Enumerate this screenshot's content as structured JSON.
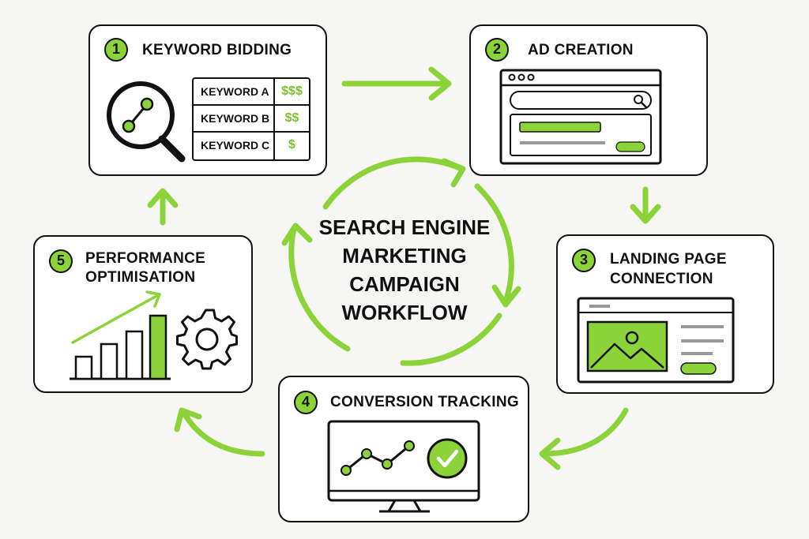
{
  "diagram": {
    "center_title": [
      "SEARCH ENGINE",
      "MARKETING",
      "CAMPAIGN",
      "WORKFLOW"
    ],
    "steps": [
      {
        "number": "1",
        "title": "KEYWORD BIDDING"
      },
      {
        "number": "2",
        "title": "AD CREATION"
      },
      {
        "number": "3",
        "title_lines": [
          "LANDING PAGE",
          "CONNECTION"
        ]
      },
      {
        "number": "4",
        "title": "CONVERSION TRACKING"
      },
      {
        "number": "5",
        "title_lines": [
          "PERFORMANCE",
          "OPTIMISATION"
        ]
      }
    ],
    "keywords": [
      {
        "keyword": "KEYWORD A",
        "bid": "$$$"
      },
      {
        "keyword": "KEYWORD B",
        "bid": "$$"
      },
      {
        "keyword": "KEYWORD C",
        "bid": "$"
      }
    ]
  },
  "colors": {
    "accent": "#8cd33a",
    "outline": "#111111",
    "background": "#f6f6f4"
  },
  "icons": [
    "magnifier-icon",
    "browser-window-icon",
    "landscape-image-icon",
    "monitor-chart-icon",
    "check-circle-icon",
    "bar-chart-icon",
    "gear-icon",
    "arrow-icon"
  ]
}
